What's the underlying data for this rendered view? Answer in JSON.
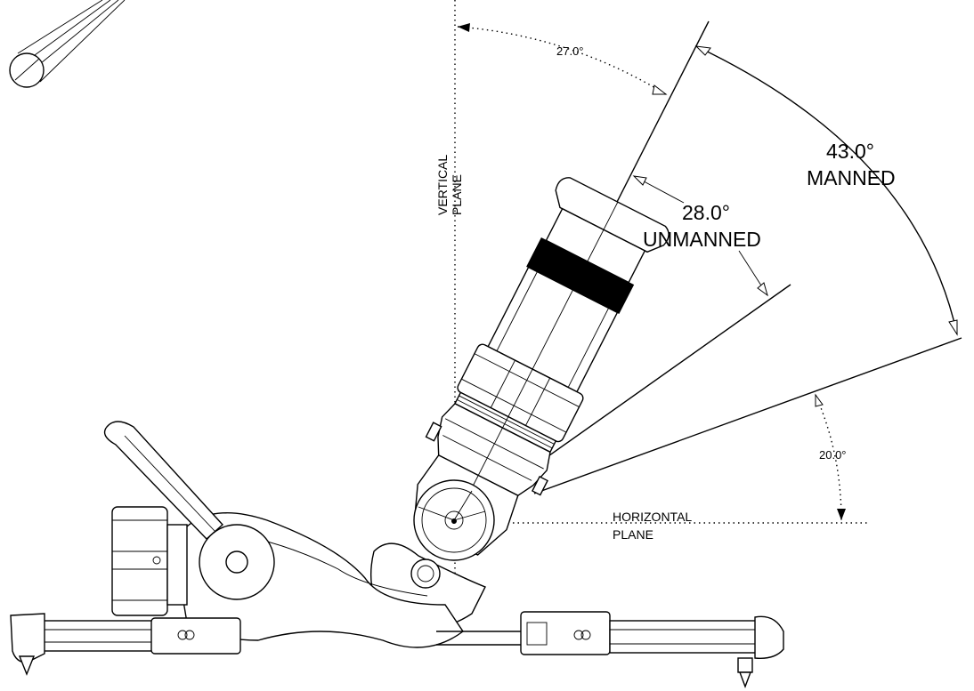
{
  "angles": {
    "vertical_offset": "27.0°",
    "manned_value": "43.0°",
    "manned_label": "MANNED",
    "unmanned_value": "28.0°",
    "unmanned_label": "UNMANNED",
    "horizontal_offset": "20.0°"
  },
  "planes": {
    "vertical_line1": "VERTICAL",
    "vertical_line2": "PLANE",
    "horizontal_line1": "HORIZONTAL",
    "horizontal_line2": "PLANE"
  }
}
